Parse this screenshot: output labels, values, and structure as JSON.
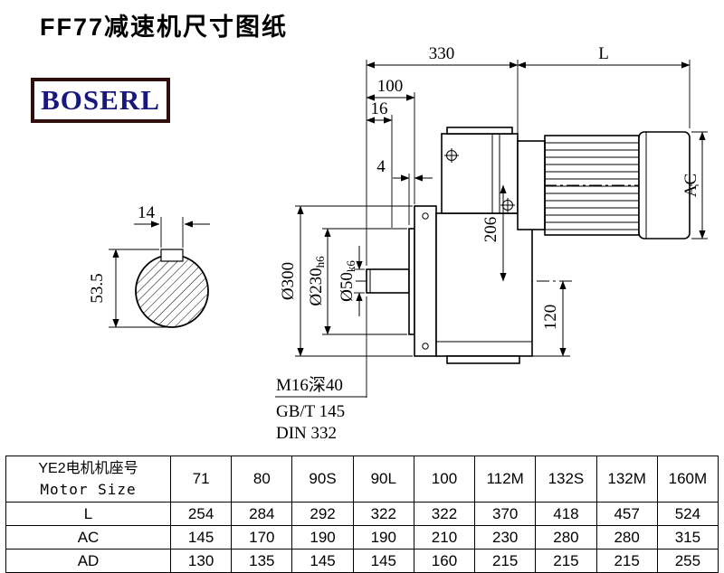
{
  "page": {
    "title": "FF77减速机尺寸图纸",
    "brand": "BOSERL"
  },
  "drawing": {
    "dims": {
      "top_330": "330",
      "top_L": "L",
      "top_100": "100",
      "top_16": "16",
      "top_4": "4",
      "dia_300": "Ø300",
      "dia_230": "Ø230",
      "dia_230_tol": "h6",
      "dia_50": "Ø50",
      "dia_50_tol": "k6",
      "height_206": "206",
      "height_120": "120",
      "motor_AC": "AC",
      "key_width": "14",
      "key_height": "53.5"
    },
    "notes": {
      "tap": "M16深40",
      "std1": "GB/T 145",
      "std2": "DIN 332"
    }
  },
  "table": {
    "header": {
      "line1": "YE2电机机座号",
      "line2": "Motor Size"
    },
    "columns": [
      "71",
      "80",
      "90S",
      "90L",
      "100",
      "112M",
      "132S",
      "132M",
      "160M"
    ],
    "rows": [
      {
        "label": "L",
        "values": [
          "254",
          "284",
          "292",
          "322",
          "322",
          "370",
          "418",
          "457",
          "524"
        ]
      },
      {
        "label": "AC",
        "values": [
          "145",
          "170",
          "190",
          "190",
          "210",
          "230",
          "280",
          "280",
          "315"
        ]
      },
      {
        "label": "AD",
        "values": [
          "130",
          "135",
          "145",
          "145",
          "160",
          "215",
          "215",
          "215",
          "255"
        ]
      }
    ]
  }
}
